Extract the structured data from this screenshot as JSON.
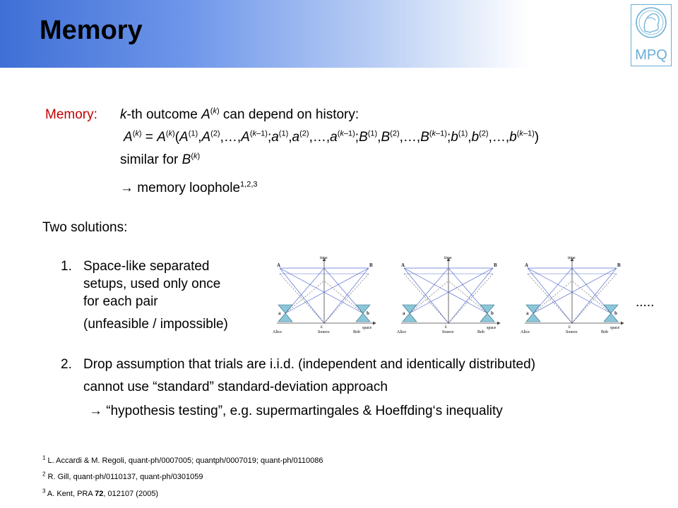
{
  "slide": {
    "title": "Memory",
    "logo_text": "MPQ"
  },
  "memory": {
    "label": "Memory:",
    "line1": "k-th outcome A(k) can depend on history:",
    "formula": "A(k) = A(k)(A(1),A(2),…,A(k–1);a(1),a(2),…,a(k–1);B(1),B(2),…,B(k–1);b(1),b(2),…,b(k–1))",
    "similar": "similar for B(k)",
    "loophole": "→ memory loophole",
    "loophole_refs": "1,2,3"
  },
  "solutions": {
    "heading": "Two solutions:",
    "s1_num": "1.",
    "s1_line1": "Space-like separated",
    "s1_line2": "setups, used only once",
    "s1_line3": "for each pair",
    "s1_note": "(unfeasible / impossible)",
    "ellipsis": ".....",
    "s2_num": "2.",
    "s2_line1": "Drop assumption that trials are i.i.d. (independent and identically distributed)",
    "s2_line2": "cannot use “standard” standard-deviation approach",
    "s2_line3": "→ “hypothesis testing”, e.g. supermartingales & Hoeffding‘s inequality"
  },
  "diagram_labels": {
    "time": "time",
    "space": "space",
    "A": "A",
    "B": "B",
    "a": "a",
    "b": "b",
    "alice": "Alice",
    "source": "Source",
    "bob": "Bob",
    "e": "E"
  },
  "footnotes": [
    {
      "num": "1",
      "text": "L. Accardi & M. Regoli, quant-ph/0007005;  quantph/0007019;  quant-ph/0110086"
    },
    {
      "num": "2",
      "text": "R. Gill, quant-ph/0110137,  quant-ph/0301059"
    },
    {
      "num": "3",
      "text_pre": "A. Kent, PRA ",
      "text_bold": "72",
      "text_post": ", 012107  (2005)"
    }
  ]
}
